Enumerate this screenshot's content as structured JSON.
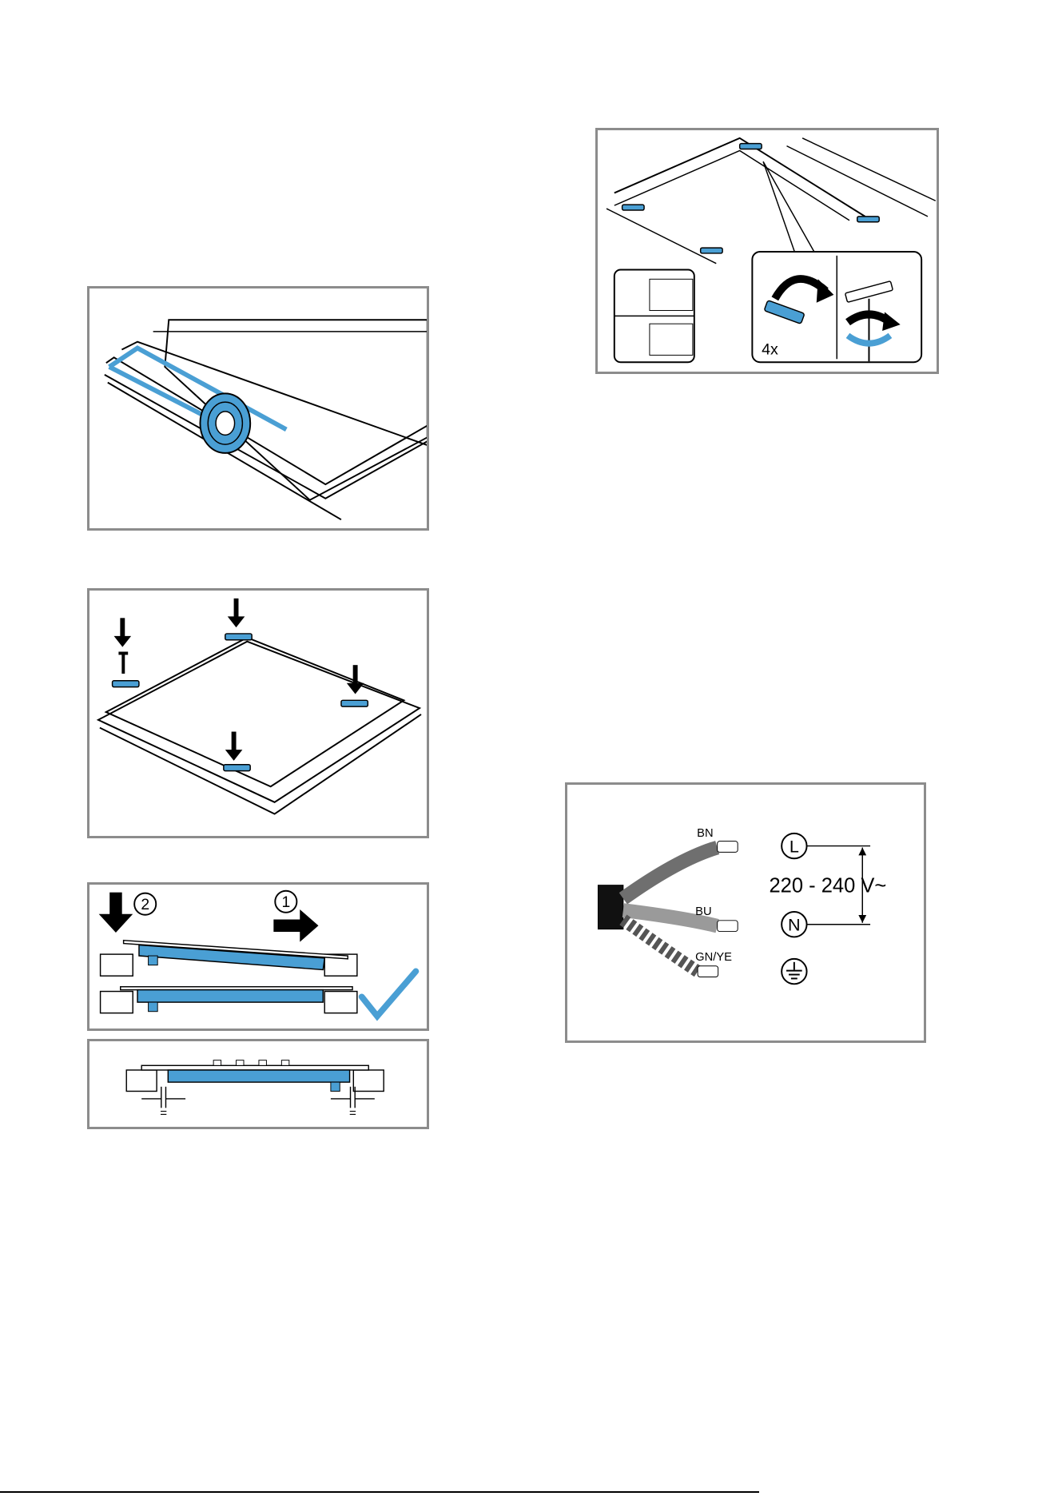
{
  "figures": {
    "clip_install": {
      "count_label": "4x"
    },
    "slide_in": {
      "step_one": "1",
      "step_two": "2"
    },
    "wiring": {
      "wire_brown": "BN",
      "wire_blue": "BU",
      "wire_earth": "GN/YE",
      "terminal_live": "L",
      "terminal_neutral": "N",
      "voltage": "220 - 240 V~"
    },
    "gap": {
      "left_mark": "=",
      "right_mark": "="
    }
  },
  "colors": {
    "accent": "#4a9fd4",
    "frame": "#8c8c8c",
    "wire_brown": "#6f6f6f",
    "wire_blue": "#9a9a9a"
  }
}
